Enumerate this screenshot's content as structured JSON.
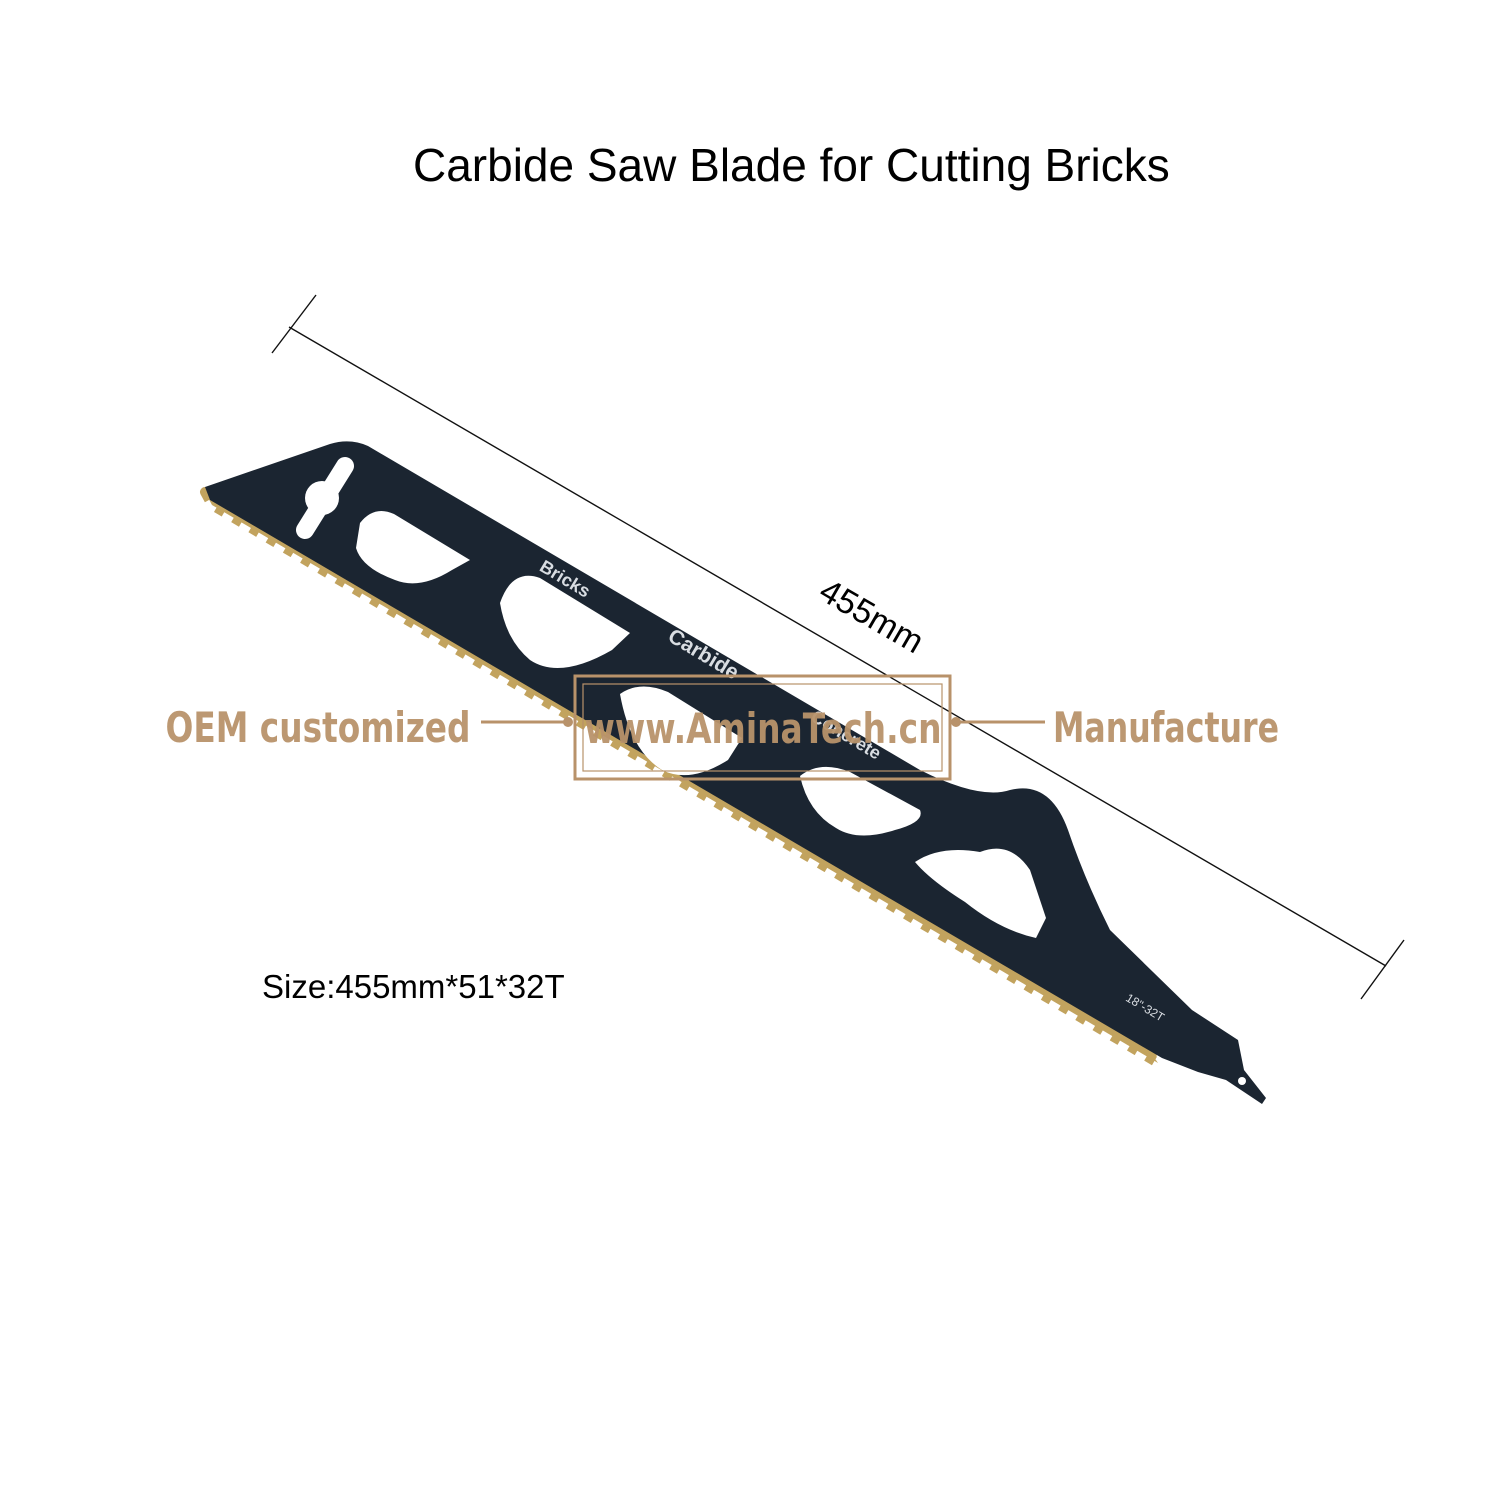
{
  "product": {
    "title": "Carbide Saw Blade for Cutting Bricks",
    "size_label": "Size:455mm*51*32T",
    "dimension_label": "455mm",
    "blade_text": {
      "word_1": "Bricks",
      "word_2": "Carbide",
      "word_3": "Concrete",
      "spec": "18\"-32T"
    }
  },
  "watermark": {
    "left_text": "OEM customized",
    "center_text": "www.AminaTech.cn",
    "right_text": "Manufacture",
    "color": "#b8926a"
  },
  "colors": {
    "blade": "#1b2531",
    "teeth": "#c2a35e",
    "blade_text": "#d9dde2",
    "dimension_line": "#111111"
  }
}
